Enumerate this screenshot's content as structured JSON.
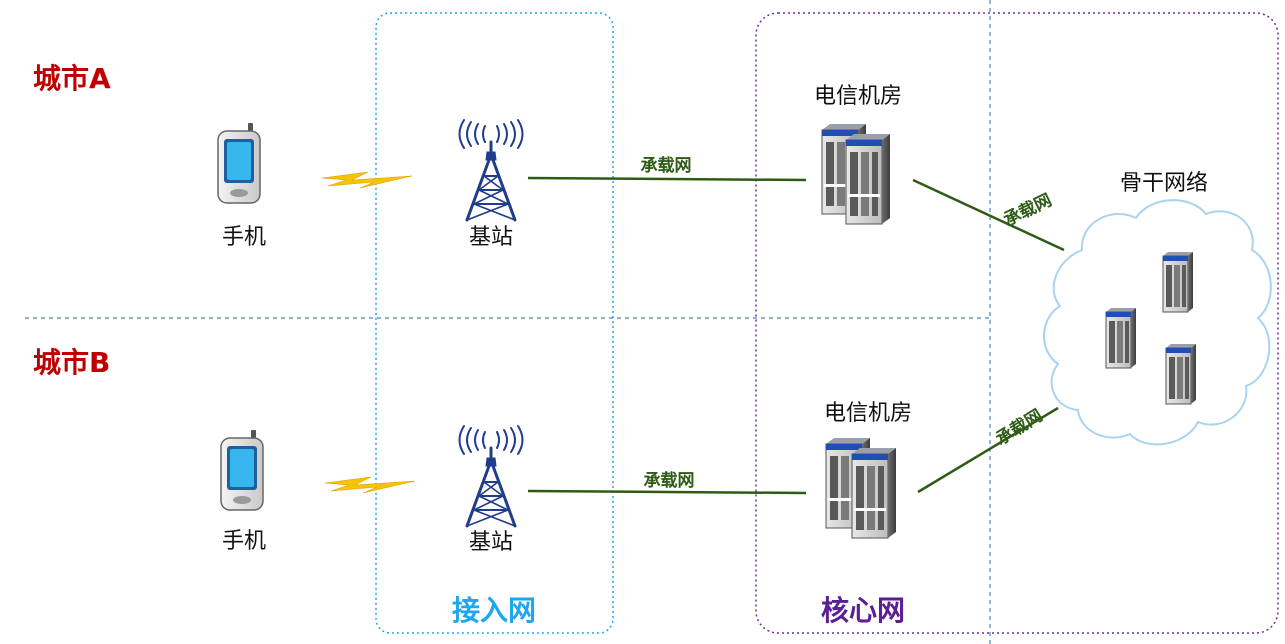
{
  "cities": [
    {
      "label": "城市A",
      "phone": "手机",
      "station": "基站",
      "room": "电信机房",
      "link_access_core": "承载网",
      "link_core_backbone": "承载网"
    },
    {
      "label": "城市B",
      "phone": "手机",
      "station": "基站",
      "room": "电信机房",
      "link_access_core": "承载网",
      "link_core_backbone": "承载网"
    }
  ],
  "regions": {
    "access": {
      "label": "接入网",
      "color": "#1ea6ee"
    },
    "core": {
      "label": "核心网",
      "color": "#5b1e93"
    }
  },
  "backbone": {
    "label": "骨干网络"
  },
  "colors": {
    "city_label": "#c00000",
    "carrier_line": "#2e5b16",
    "tower": "#1f3d8a",
    "lightning": "#f5c400",
    "phone_body": "#2bb0e6",
    "server_stripe": "#1f4fb0",
    "cloud_outline": "#a9d3ee"
  },
  "icons": [
    "mobile-phone-icon",
    "lightning-icon",
    "cell-tower-icon",
    "server-icon",
    "cloud-icon"
  ]
}
